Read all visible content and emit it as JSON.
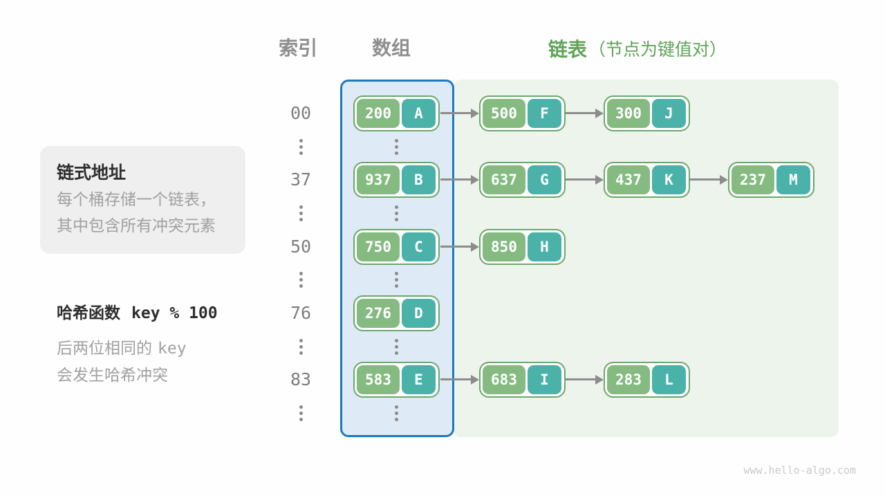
{
  "header": {
    "index_label": "索引",
    "array_label": "数组",
    "list_label": "链表",
    "list_note": "（节点为键值对）"
  },
  "info_box": {
    "title": "链式地址",
    "line1": "每个桶存储一个链表，",
    "line2": "其中包含所有冲突元素"
  },
  "hash_note": {
    "title_prefix": "哈希函数",
    "title_code": "key % 100",
    "line1_prefix": "后两位相同的",
    "line1_code": "key",
    "line2": "会发生哈希冲突"
  },
  "rows": [
    {
      "index": "00",
      "chain": [
        {
          "key": "200",
          "value": "A"
        },
        {
          "key": "500",
          "value": "F"
        },
        {
          "key": "300",
          "value": "J"
        }
      ]
    },
    {
      "index": "37",
      "chain": [
        {
          "key": "937",
          "value": "B"
        },
        {
          "key": "637",
          "value": "G"
        },
        {
          "key": "437",
          "value": "K"
        },
        {
          "key": "237",
          "value": "M"
        }
      ]
    },
    {
      "index": "50",
      "chain": [
        {
          "key": "750",
          "value": "C"
        },
        {
          "key": "850",
          "value": "H"
        }
      ]
    },
    {
      "index": "76",
      "chain": [
        {
          "key": "276",
          "value": "D"
        }
      ]
    },
    {
      "index": "83",
      "chain": [
        {
          "key": "583",
          "value": "E"
        },
        {
          "key": "683",
          "value": "I"
        },
        {
          "key": "283",
          "value": "L"
        }
      ]
    }
  ],
  "watermark": "www.hello-algo.com",
  "colors": {
    "key-cell": "#85BA81",
    "value-cell": "#4AB2A8",
    "node-border": "#6AA86A",
    "array-border": "#1E78BE",
    "array-fill": "#DEEAF6",
    "list-fill": "#EDF4EC",
    "accent-green": "#5FA457",
    "gray-text": "#8E8E8E",
    "arrow-gray": "#8C8C8C"
  }
}
